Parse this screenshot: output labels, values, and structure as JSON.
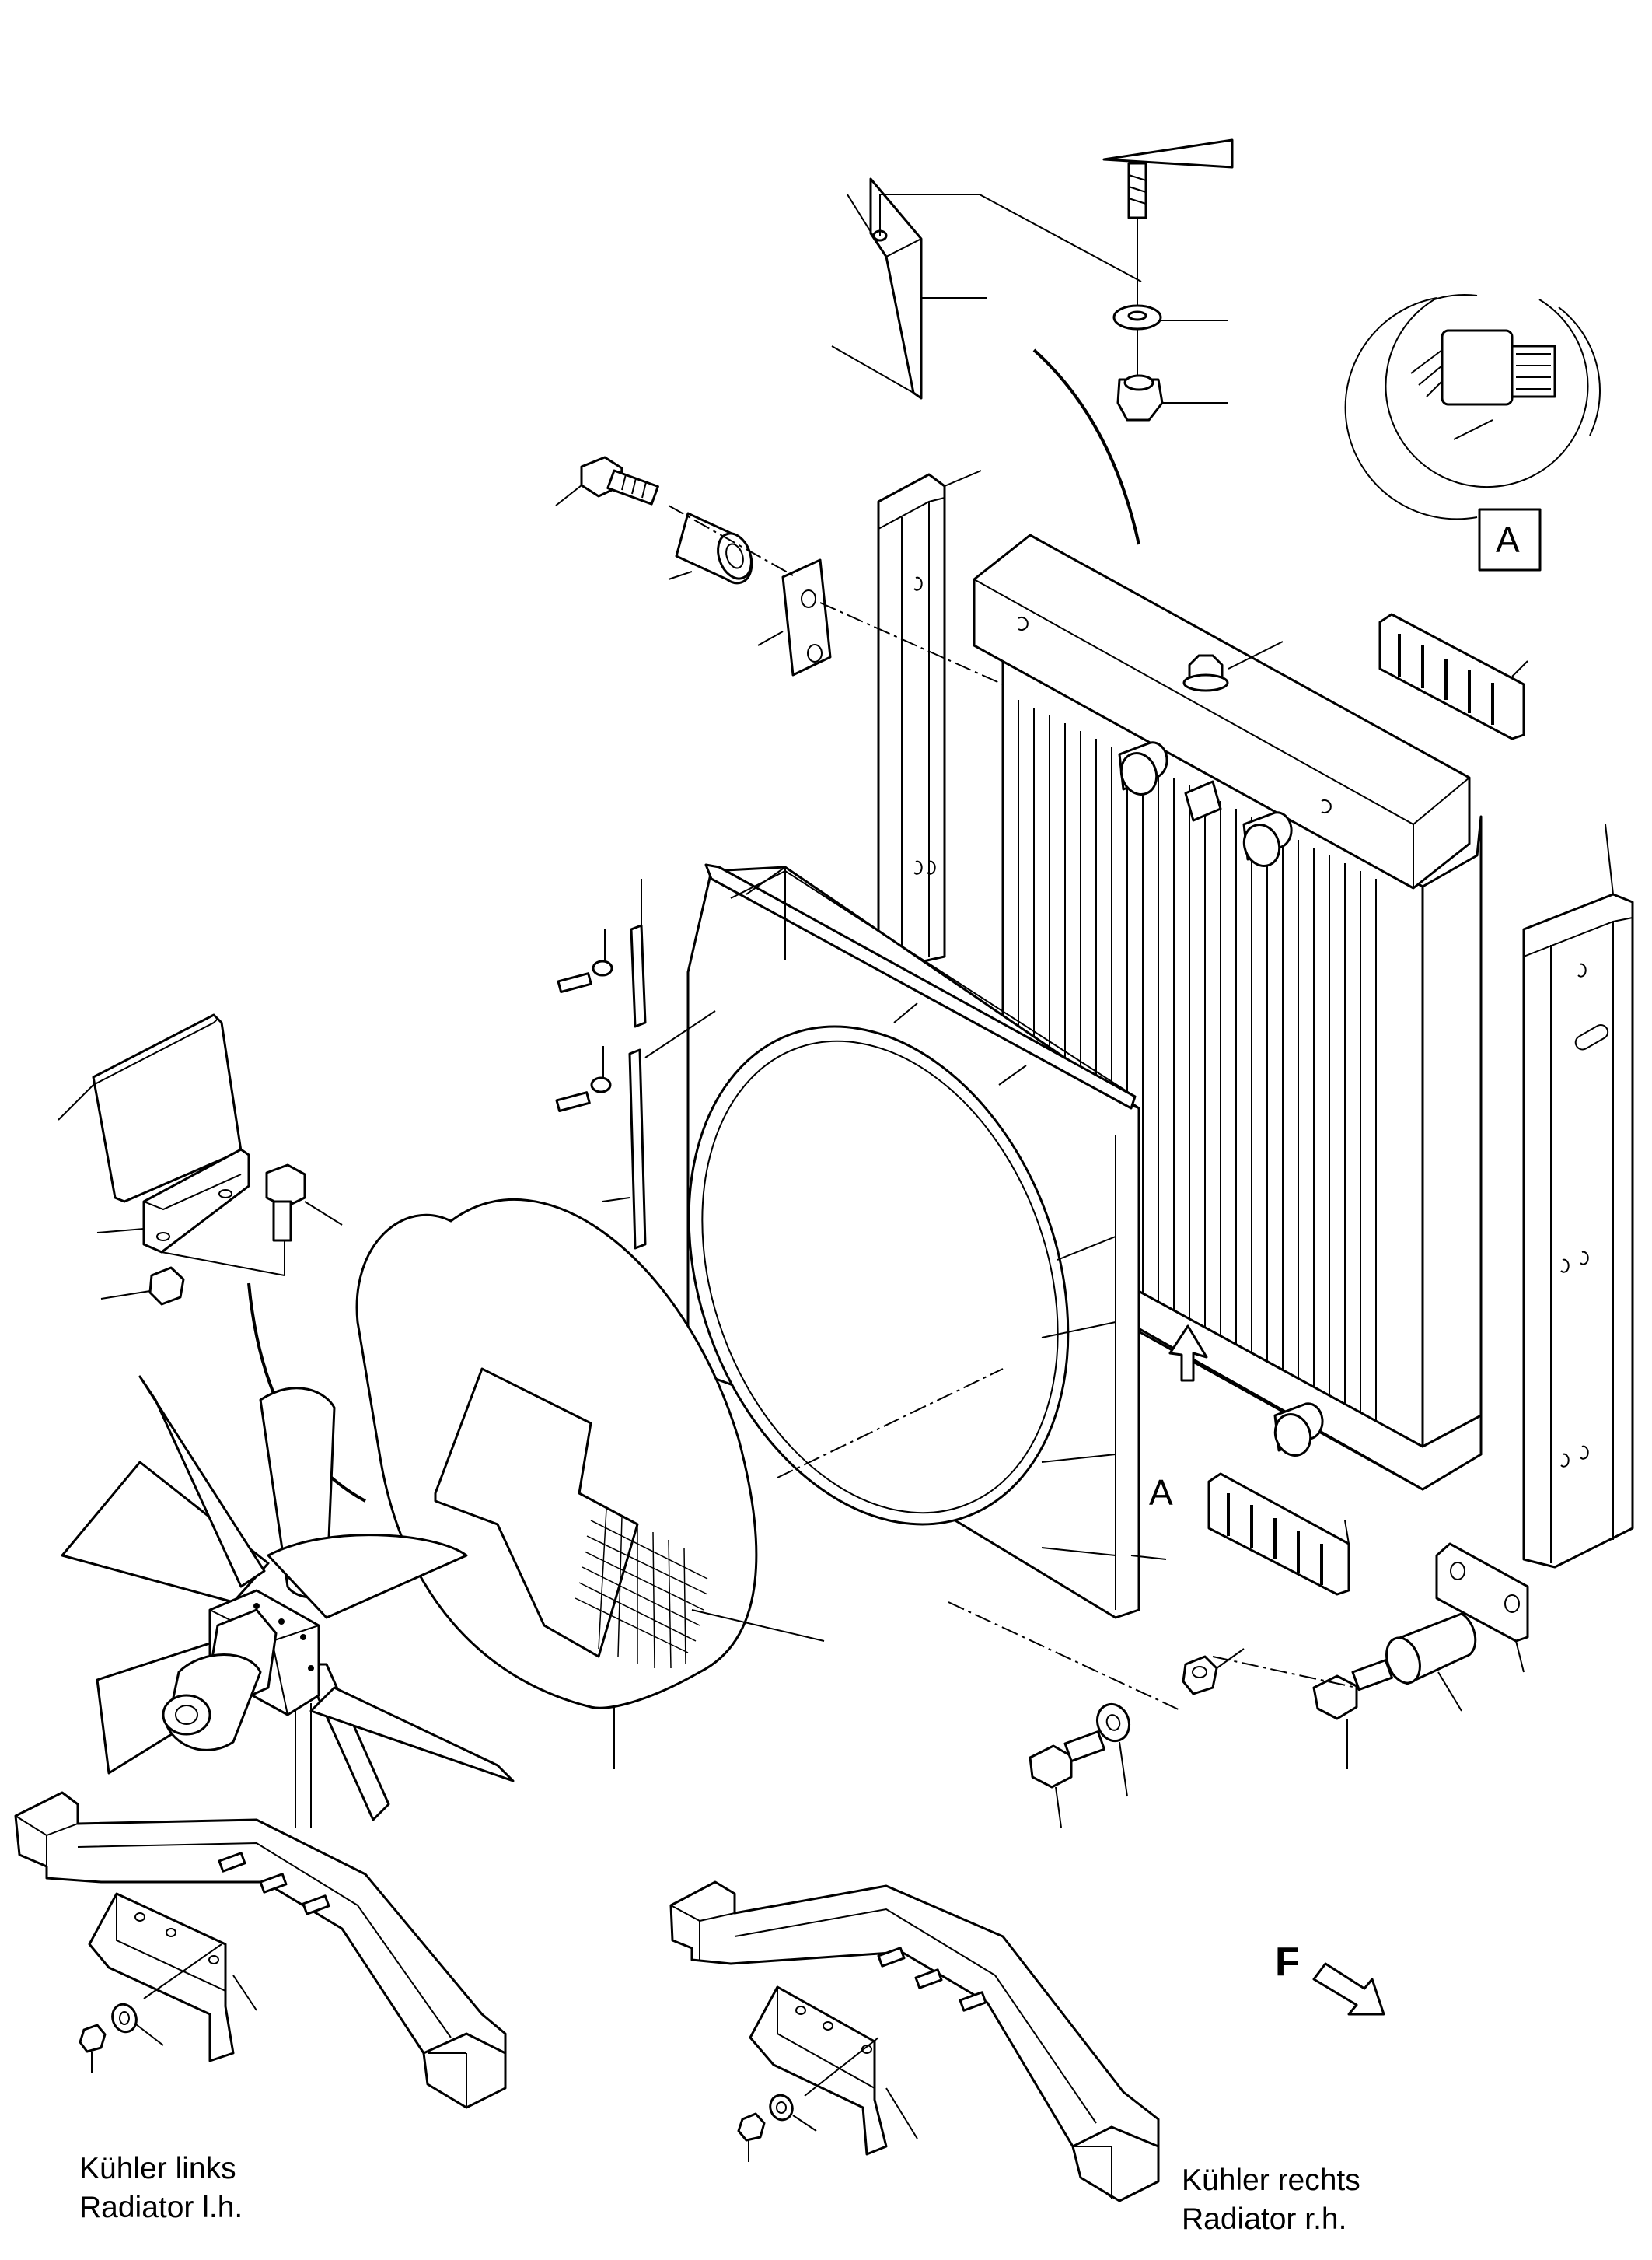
{
  "labels": {
    "left_line1": "Kühler links",
    "left_line2": "Radiator l.h.",
    "right_line1": "Kühler rechts",
    "right_line2": "Radiator r.h."
  },
  "markers": {
    "detail_box": "A",
    "detail_arrow": "A",
    "direction": "F"
  }
}
